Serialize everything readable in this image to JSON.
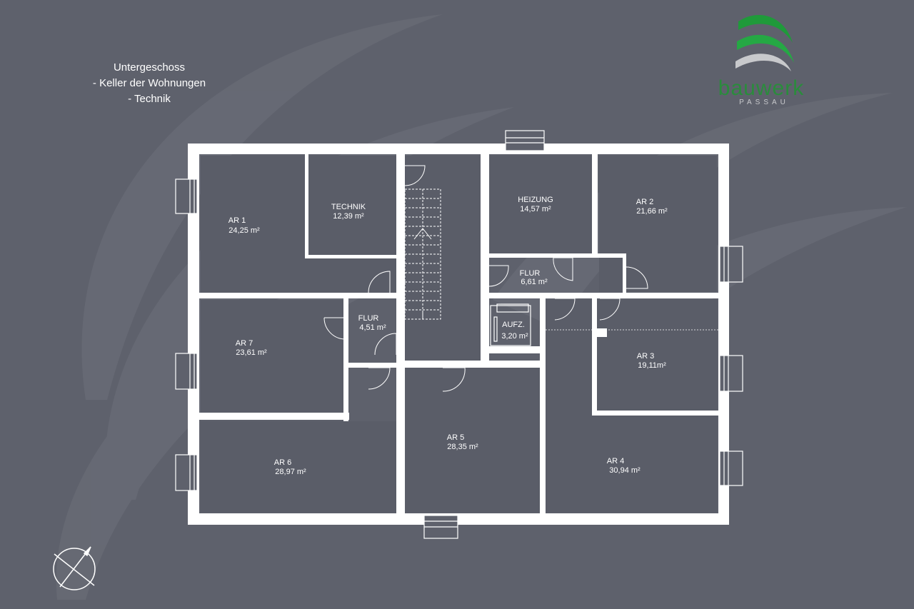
{
  "title": {
    "line1": "Untergeschoss",
    "line2": "- Keller der Wohnungen",
    "line3": "- Technik"
  },
  "logo": {
    "name": "bauwerk",
    "city": "PASSAU"
  },
  "rooms": {
    "ar1": {
      "name": "AR 1",
      "area": "24,25 m²"
    },
    "technik": {
      "name": "TECHNIK",
      "area": "12,39 m²"
    },
    "heizung": {
      "name": "HEIZUNG",
      "area": "14,57 m²"
    },
    "ar2": {
      "name": "AR 2",
      "area": "21,66 m²"
    },
    "flur_top": {
      "name": "FLUR",
      "area": "6,61 m²"
    },
    "flur_left": {
      "name": "FLUR",
      "area": "4,51 m²"
    },
    "aufzug": {
      "name": "AUFZ.",
      "area": "3,20 m²"
    },
    "ar7": {
      "name": "AR 7",
      "area": "23,61 m²"
    },
    "ar3": {
      "name": "AR 3",
      "area": "19,11m²"
    },
    "ar5": {
      "name": "AR 5",
      "area": "28,35 m²"
    },
    "ar6": {
      "name": "AR 6",
      "area": "28,97 m²"
    },
    "ar4": {
      "name": "AR 4",
      "area": "30,94 m²"
    }
  },
  "icons": {
    "compass": "compass-icon",
    "logo": "bauwerk-logo"
  },
  "colors": {
    "background": "#5e616c",
    "room_fill": "#5a5d68",
    "wall": "#ffffff",
    "logo_green": "#1f9a3a",
    "logo_grey": "#c8c9cc"
  }
}
